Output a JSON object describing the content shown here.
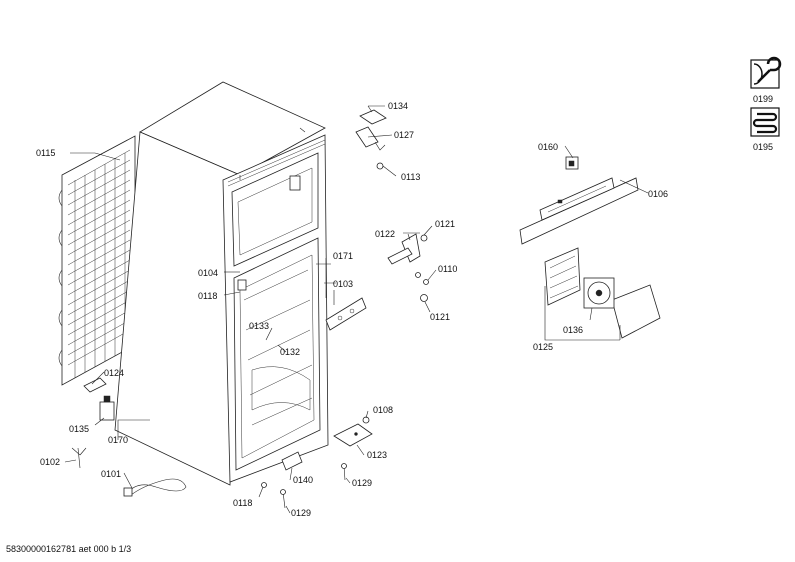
{
  "diagram": {
    "callouts": {
      "p0101": "0101",
      "p0102": "0102",
      "p0103": "0103",
      "p0104": "0104",
      "p0106": "0106",
      "p0108": "0108",
      "p0110": "0110",
      "p0113": "0113",
      "p0115": "0115",
      "p0118a": "0118",
      "p0118b": "0118",
      "p0121a": "0121",
      "p0121b": "0121",
      "p0122": "0122",
      "p0123": "0123",
      "p0124": "0124",
      "p0125": "0125",
      "p0127": "0127",
      "p0129a": "0129",
      "p0129b": "0129",
      "p0132": "0132",
      "p0133": "0133",
      "p0134": "0134",
      "p0135": "0135",
      "p0136": "0136",
      "p0140": "0140",
      "p0160": "0160",
      "p0170": "0170",
      "p0171": "0171",
      "p0195": "0195",
      "p0199": "0199"
    }
  },
  "footer": {
    "doc_id": "58300000162781 aet 000 b 1/3"
  }
}
